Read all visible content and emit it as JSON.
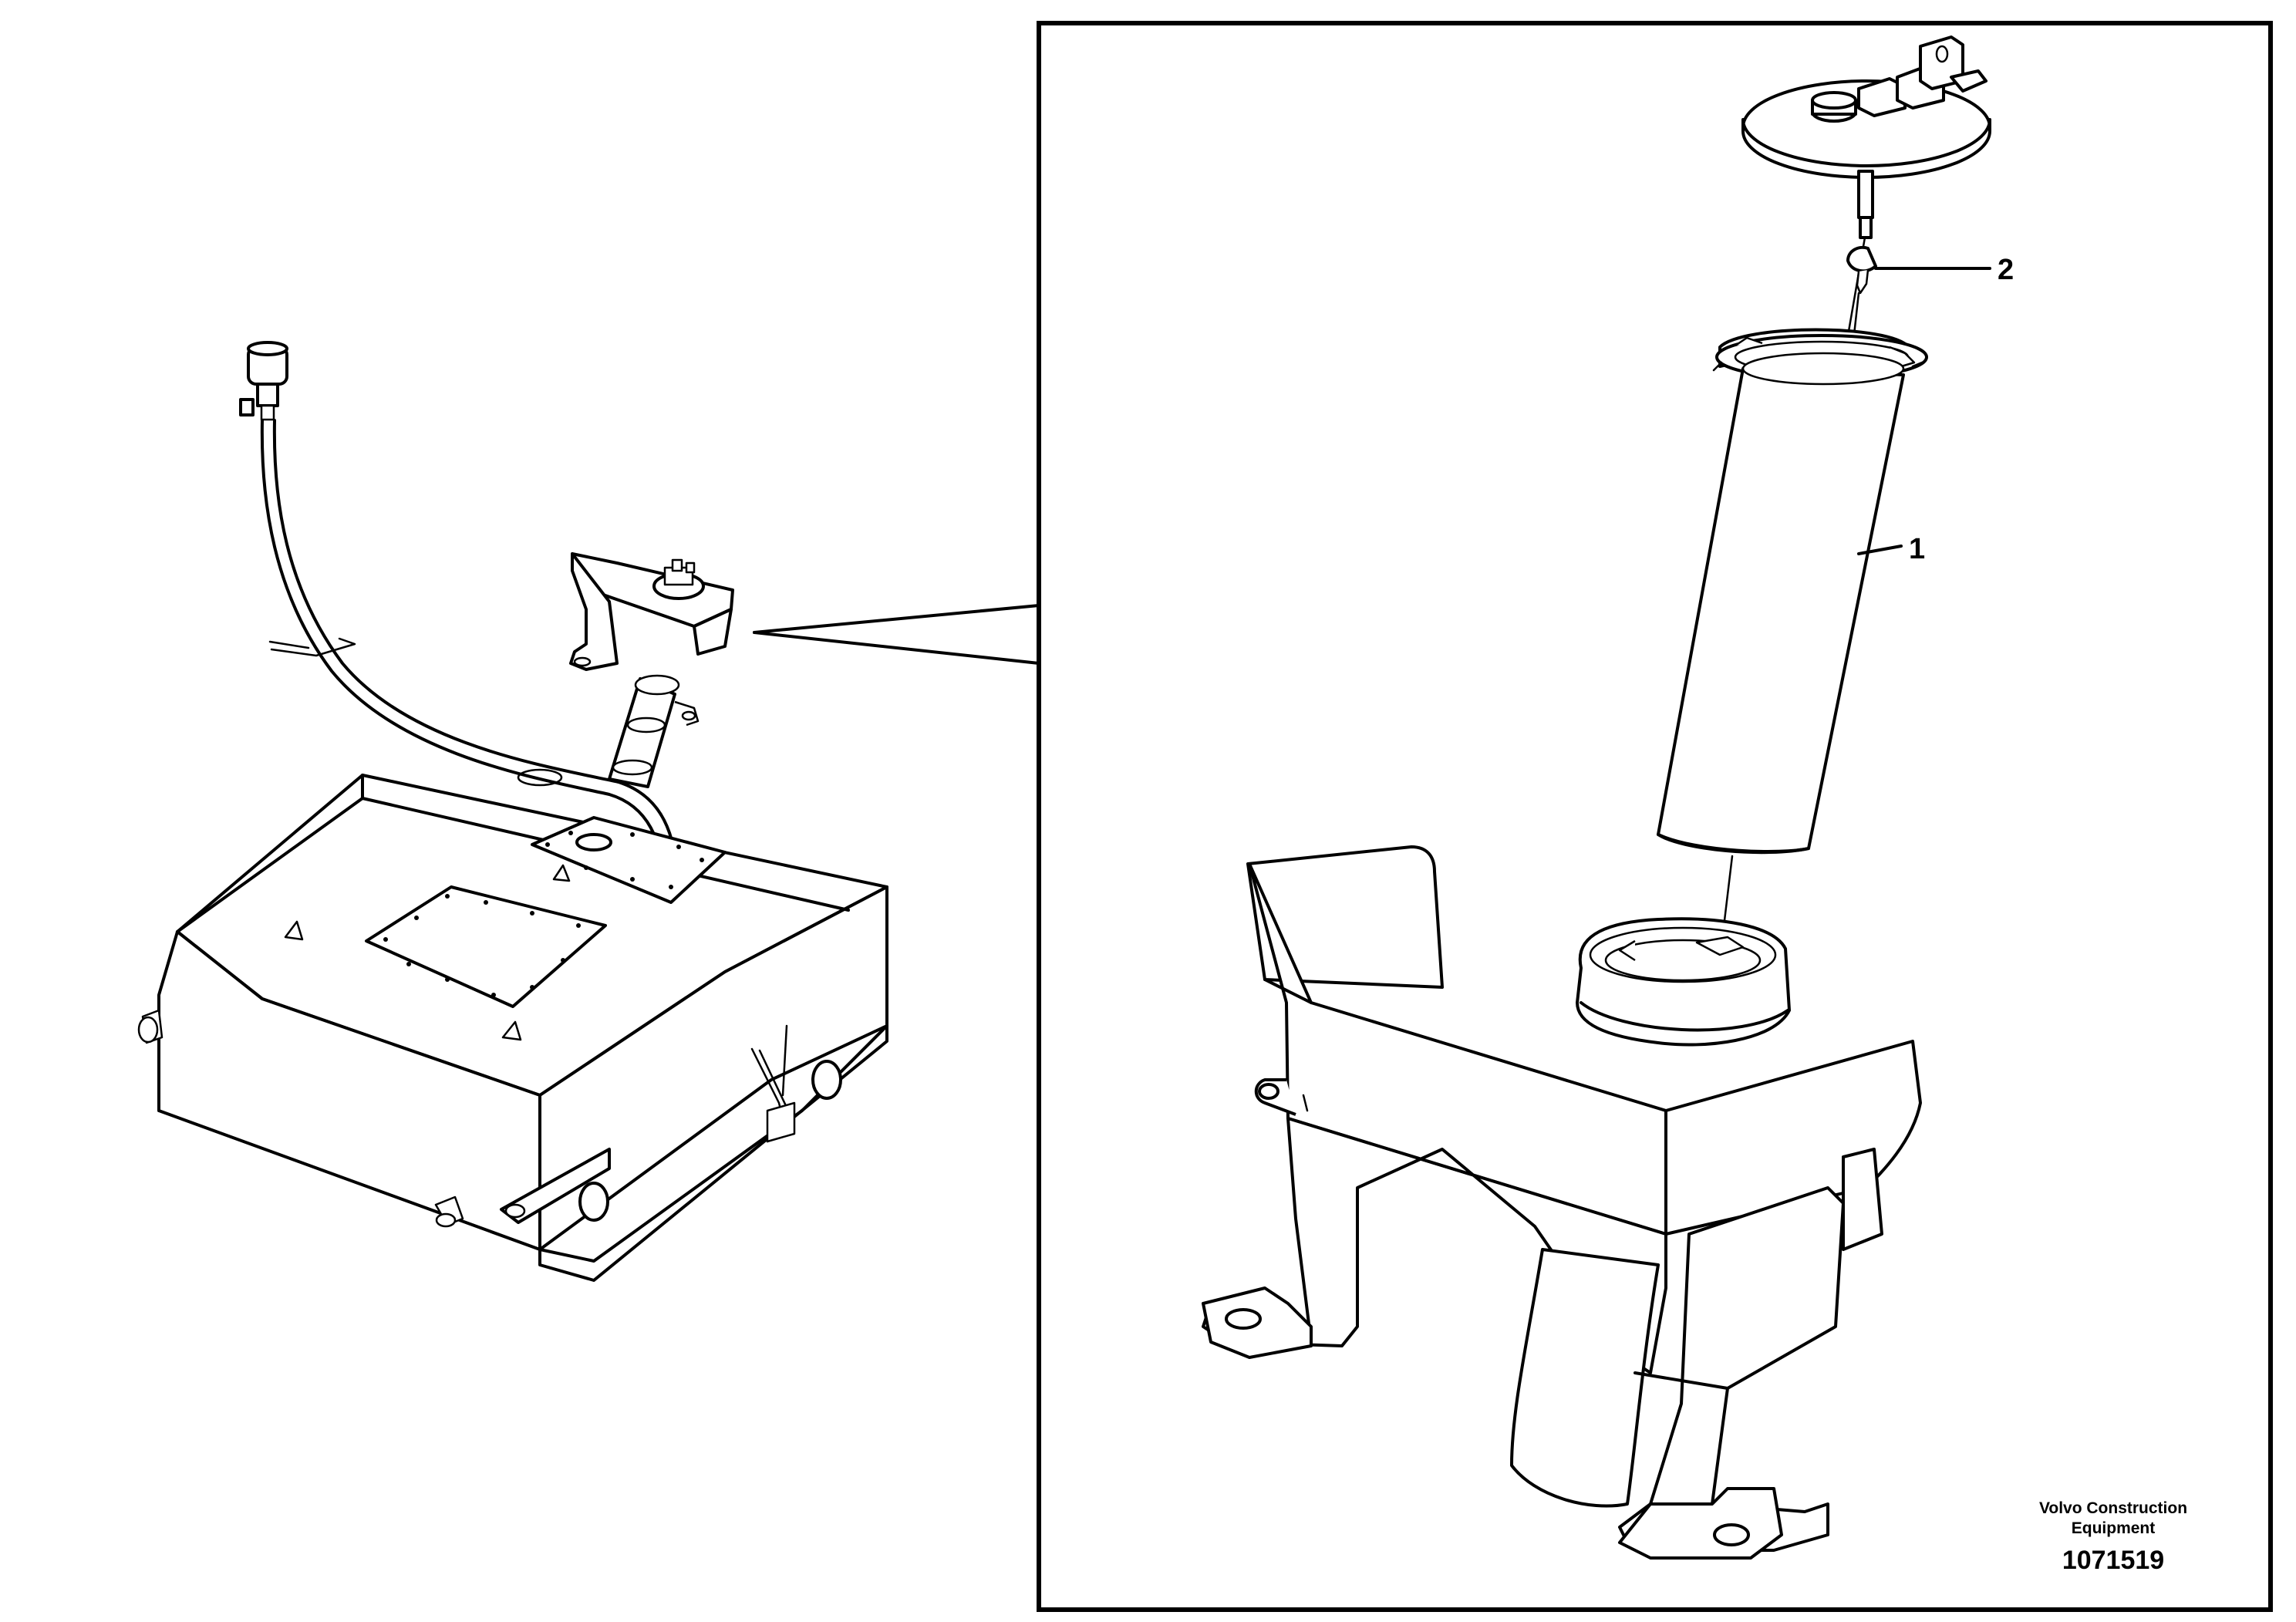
{
  "callouts": [
    {
      "label": "1",
      "part": "filler-tube"
    },
    {
      "label": "2",
      "part": "screw"
    }
  ],
  "brand": {
    "line1": "Volvo Construction",
    "line2": "Equipment"
  },
  "figure_number": "1071519",
  "colors": {
    "line": "#000000",
    "background": "#ffffff"
  }
}
